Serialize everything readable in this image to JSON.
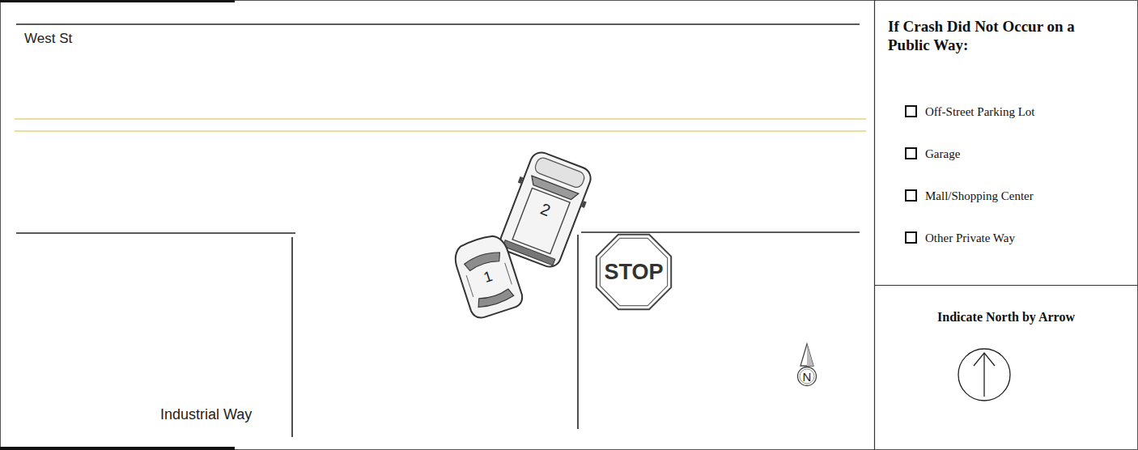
{
  "diagram": {
    "nodes": [
      {
        "text": [
          "2"
        ]
      },
      {
        "text": [
          "1"
        ]
      },
      {
        "text": [
          "STOP"
        ]
      },
      {
        "text": [
          "N"
        ]
      },
      {
        "text": [
          "If Crash Did Not Occur on a Public Way:",
          "Off-Street Parking Lot",
          "Garage",
          "Mall/Shopping Center",
          "Other Private Way"
        ]
      },
      {
        "text": [
          "Indicate North by Arrow"
        ]
      }
    ],
    "labels": [
      "West St",
      "Industrial Way"
    ]
  }
}
